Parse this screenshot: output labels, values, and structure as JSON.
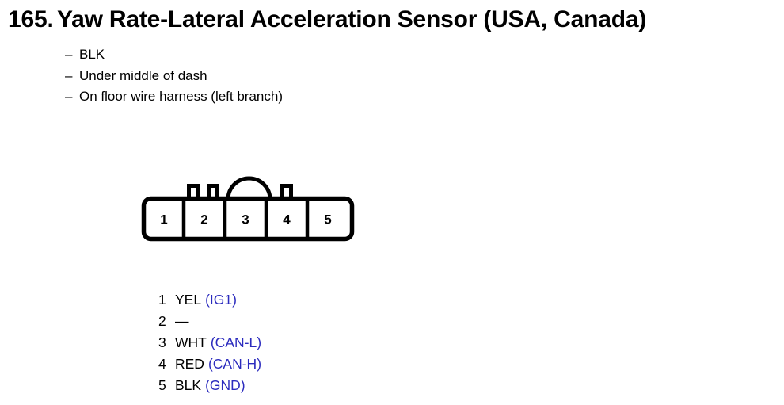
{
  "title": {
    "number": "165.",
    "text": "Yaw Rate-Lateral Acceleration Sensor (USA, Canada)"
  },
  "notes": {
    "dash": "–",
    "items": [
      "BLK",
      "Under middle of dash",
      "On floor wire harness (left branch)"
    ]
  },
  "connector": {
    "name": "5-pin connector",
    "cavity_labels": [
      "1",
      "2",
      "3",
      "4",
      "5"
    ]
  },
  "pins": [
    {
      "no": "1",
      "wire": "YEL",
      "signal": "(IG1)"
    },
    {
      "no": "2",
      "wire": "—",
      "signal": ""
    },
    {
      "no": "3",
      "wire": "WHT",
      "signal": "(CAN-L)"
    },
    {
      "no": "4",
      "wire": "RED",
      "signal": "(CAN-H)"
    },
    {
      "no": "5",
      "wire": "BLK",
      "signal": "(GND)"
    }
  ],
  "colors": {
    "ink": "#000000",
    "signal_blue": "#2b2bbe",
    "page_background": "#ffffff"
  }
}
